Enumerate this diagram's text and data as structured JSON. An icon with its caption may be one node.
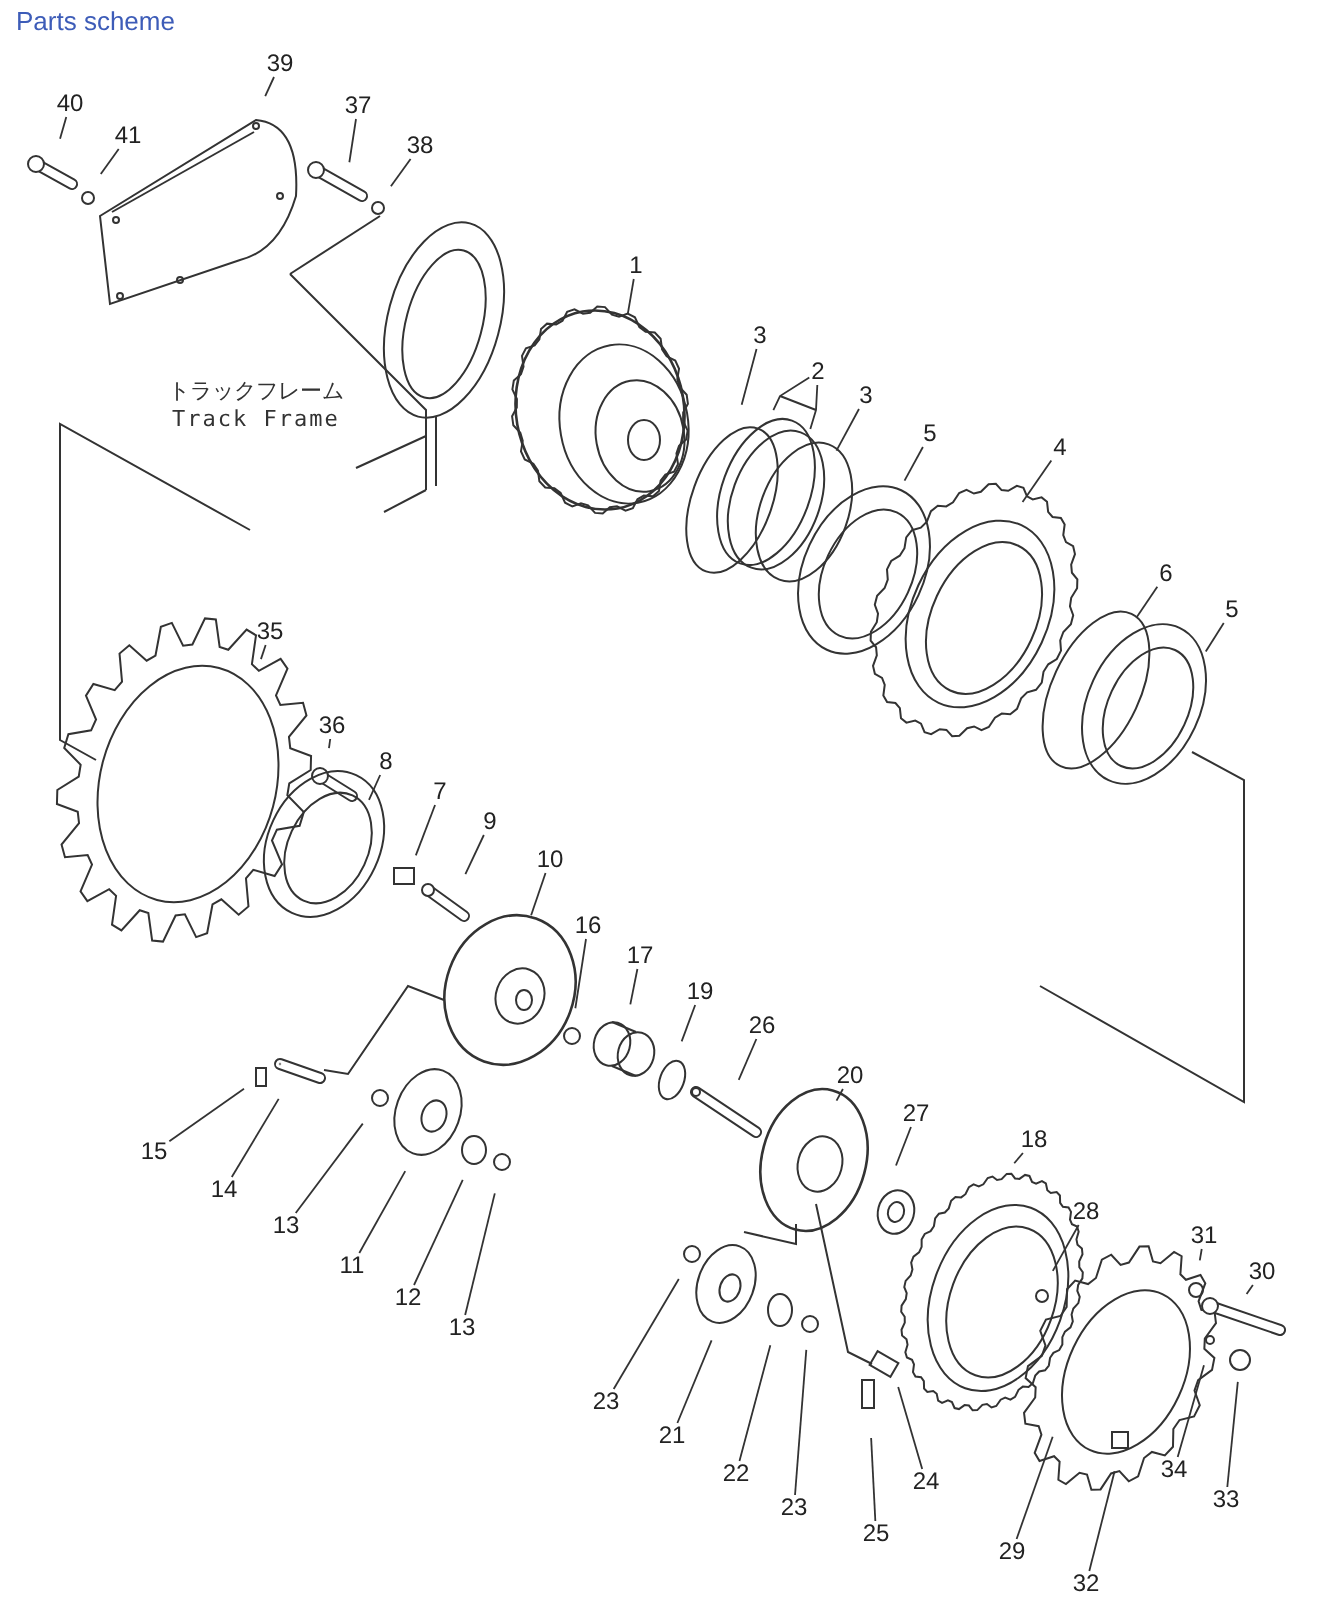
{
  "diagram": {
    "title": "Parts scheme",
    "nodes": [
      {
        "text": [
          "40"
        ]
      },
      {
        "text": [
          "41"
        ]
      },
      {
        "text": [
          "39"
        ]
      },
      {
        "text": [
          "37"
        ]
      },
      {
        "text": [
          "38"
        ]
      },
      {
        "text": [
          "1"
        ]
      },
      {
        "text": [
          "3"
        ]
      },
      {
        "text": [
          "2"
        ]
      },
      {
        "text": [
          "3"
        ]
      },
      {
        "text": [
          "5"
        ]
      },
      {
        "text": [
          "4"
        ]
      },
      {
        "text": [
          "6"
        ]
      },
      {
        "text": [
          "5"
        ]
      },
      {
        "text": [
          "35"
        ]
      },
      {
        "text": [
          "36"
        ]
      },
      {
        "text": [
          "8"
        ]
      },
      {
        "text": [
          "7"
        ]
      },
      {
        "text": [
          "9"
        ]
      },
      {
        "text": [
          "10"
        ]
      },
      {
        "text": [
          "16"
        ]
      },
      {
        "text": [
          "17"
        ]
      },
      {
        "text": [
          "19"
        ]
      },
      {
        "text": [
          "26"
        ]
      },
      {
        "text": [
          "20"
        ]
      },
      {
        "text": [
          "27"
        ]
      },
      {
        "text": [
          "18"
        ]
      },
      {
        "text": [
          "28"
        ]
      },
      {
        "text": [
          "31"
        ]
      },
      {
        "text": [
          "30"
        ]
      },
      {
        "text": [
          "15"
        ]
      },
      {
        "text": [
          "14"
        ]
      },
      {
        "text": [
          "13"
        ]
      },
      {
        "text": [
          "11"
        ]
      },
      {
        "text": [
          "12"
        ]
      },
      {
        "text": [
          "13"
        ]
      },
      {
        "text": [
          "23"
        ]
      },
      {
        "text": [
          "21"
        ]
      },
      {
        "text": [
          "22"
        ]
      },
      {
        "text": [
          "23"
        ]
      },
      {
        "text": [
          "24"
        ]
      },
      {
        "text": [
          "25"
        ]
      },
      {
        "text": [
          "29"
        ]
      },
      {
        "text": [
          "32"
        ]
      },
      {
        "text": [
          "34"
        ]
      },
      {
        "text": [
          "33"
        ]
      }
    ],
    "edges": [
      {
        "from": 0,
        "to": null,
        "arrow": "none"
      },
      {
        "from": 1,
        "to": null,
        "arrow": "none"
      },
      {
        "from": 2,
        "to": null,
        "arrow": "none"
      },
      {
        "from": 3,
        "to": null,
        "arrow": "none"
      },
      {
        "from": 4,
        "to": null,
        "arrow": "none"
      },
      {
        "from": 5,
        "to": null,
        "arrow": "none"
      },
      {
        "from": 6,
        "to": null,
        "arrow": "none"
      },
      {
        "from": 7,
        "to": null,
        "arrow": "none"
      },
      {
        "from": 7,
        "to": null,
        "arrow": "none"
      },
      {
        "from": 8,
        "to": null,
        "arrow": "none"
      },
      {
        "from": 9,
        "to": null,
        "arrow": "none"
      },
      {
        "from": 10,
        "to": null,
        "arrow": "none"
      },
      {
        "from": 11,
        "to": null,
        "arrow": "none"
      },
      {
        "from": 12,
        "to": null,
        "arrow": "none"
      },
      {
        "from": 13,
        "to": null,
        "arrow": "none"
      },
      {
        "from": 14,
        "to": null,
        "arrow": "none"
      },
      {
        "from": 15,
        "to": null,
        "arrow": "none"
      },
      {
        "from": 16,
        "to": null,
        "arrow": "none"
      },
      {
        "from": 17,
        "to": null,
        "arrow": "none"
      },
      {
        "from": 18,
        "to": null,
        "arrow": "none"
      },
      {
        "from": 19,
        "to": null,
        "arrow": "none"
      },
      {
        "from": 20,
        "to": null,
        "arrow": "none"
      },
      {
        "from": 21,
        "to": null,
        "arrow": "none"
      },
      {
        "from": 22,
        "to": null,
        "arrow": "none"
      },
      {
        "from": 23,
        "to": null,
        "arrow": "none"
      },
      {
        "from": 24,
        "to": null,
        "arrow": "none"
      },
      {
        "from": 25,
        "to": null,
        "arrow": "none"
      },
      {
        "from": 26,
        "to": null,
        "arrow": "none"
      },
      {
        "from": 27,
        "to": null,
        "arrow": "none"
      },
      {
        "from": 28,
        "to": null,
        "arrow": "none"
      },
      {
        "from": 29,
        "to": null,
        "arrow": "none"
      },
      {
        "from": 30,
        "to": null,
        "arrow": "none"
      },
      {
        "from": 31,
        "to": null,
        "arrow": "none"
      },
      {
        "from": 32,
        "to": null,
        "arrow": "none"
      },
      {
        "from": 33,
        "to": null,
        "arrow": "none"
      },
      {
        "from": 34,
        "to": null,
        "arrow": "none"
      },
      {
        "from": 35,
        "to": null,
        "arrow": "none"
      },
      {
        "from": 36,
        "to": null,
        "arrow": "none"
      },
      {
        "from": 37,
        "to": null,
        "arrow": "none"
      },
      {
        "from": 38,
        "to": null,
        "arrow": "none"
      },
      {
        "from": 39,
        "to": null,
        "arrow": "none"
      },
      {
        "from": 40,
        "to": null,
        "arrow": "none"
      },
      {
        "from": 41,
        "to": null,
        "arrow": "none"
      },
      {
        "from": 42,
        "to": null,
        "arrow": "none"
      },
      {
        "from": 43,
        "to": null,
        "arrow": "none"
      },
      {
        "from": 44,
        "to": null,
        "arrow": "none"
      }
    ],
    "labels": [
      "トラックフレーム",
      "Track Frame"
    ]
  }
}
